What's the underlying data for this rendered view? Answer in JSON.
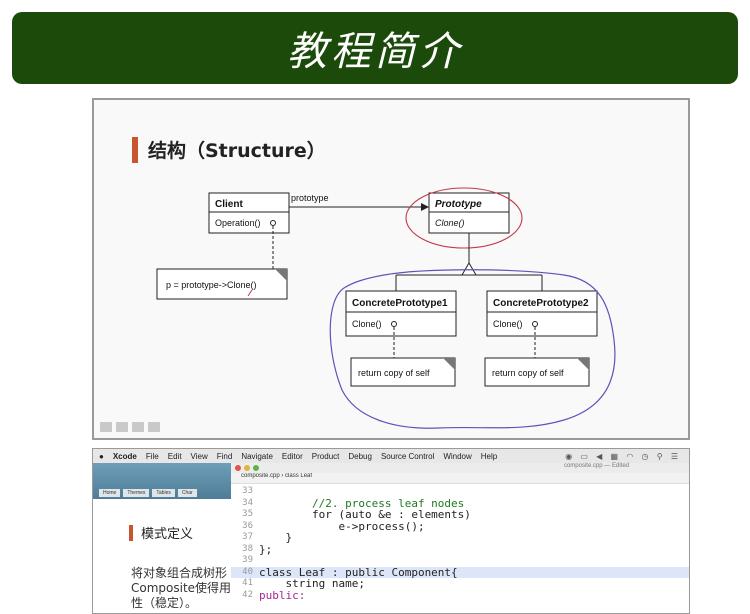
{
  "banner": {
    "title": "教程简介"
  },
  "slide": {
    "heading": "结构（Structure）",
    "diagram": {
      "client": {
        "name": "Client",
        "method": "Operation()"
      },
      "association_label": "prototype",
      "prototype": {
        "name": "Prototype",
        "method": "Clone()"
      },
      "note_client": "p = prototype->Clone()",
      "concrete1": {
        "name": "ConcretePrototype1",
        "method": "Clone()",
        "note": "return copy of self"
      },
      "concrete2": {
        "name": "ConcretePrototype2",
        "method": "Clone()",
        "note": "return copy of self"
      }
    }
  },
  "xcode": {
    "menu": [
      "Xcode",
      "File",
      "Edit",
      "View",
      "Find",
      "Navigate",
      "Editor",
      "Product",
      "Debug",
      "Source Control",
      "Window",
      "Help"
    ],
    "left_tabs": [
      "Home",
      "Themes",
      "Tables",
      "Char"
    ],
    "left_heading": "模式定义",
    "left_body": [
      "将对象组合成树形",
      "Composite使得用",
      "性（稳定）。"
    ],
    "window_title": "composite.cpp — Edited",
    "path": "composite.cpp  ›  class Leaf",
    "code_lines": [
      {
        "num": "33",
        "text": "",
        "cls": "c-plain"
      },
      {
        "num": "34",
        "text": "        //2. process leaf nodes",
        "cls": "c-comment"
      },
      {
        "num": "35",
        "text": "        for (auto &e : elements)",
        "cls": "c-plain"
      },
      {
        "num": "36",
        "text": "            e->process();",
        "cls": "c-plain"
      },
      {
        "num": "37",
        "text": "    }",
        "cls": "c-plain"
      },
      {
        "num": "38",
        "text": "};",
        "cls": "c-plain"
      },
      {
        "num": "39",
        "text": "",
        "cls": "c-plain"
      },
      {
        "num": "40",
        "text": "class Leaf : public Component{",
        "cls": "c-plain",
        "hl": true
      },
      {
        "num": "41",
        "text": "    string name;",
        "cls": "c-plain"
      },
      {
        "num": "42",
        "text": "public:",
        "cls": "c-kw"
      }
    ]
  }
}
